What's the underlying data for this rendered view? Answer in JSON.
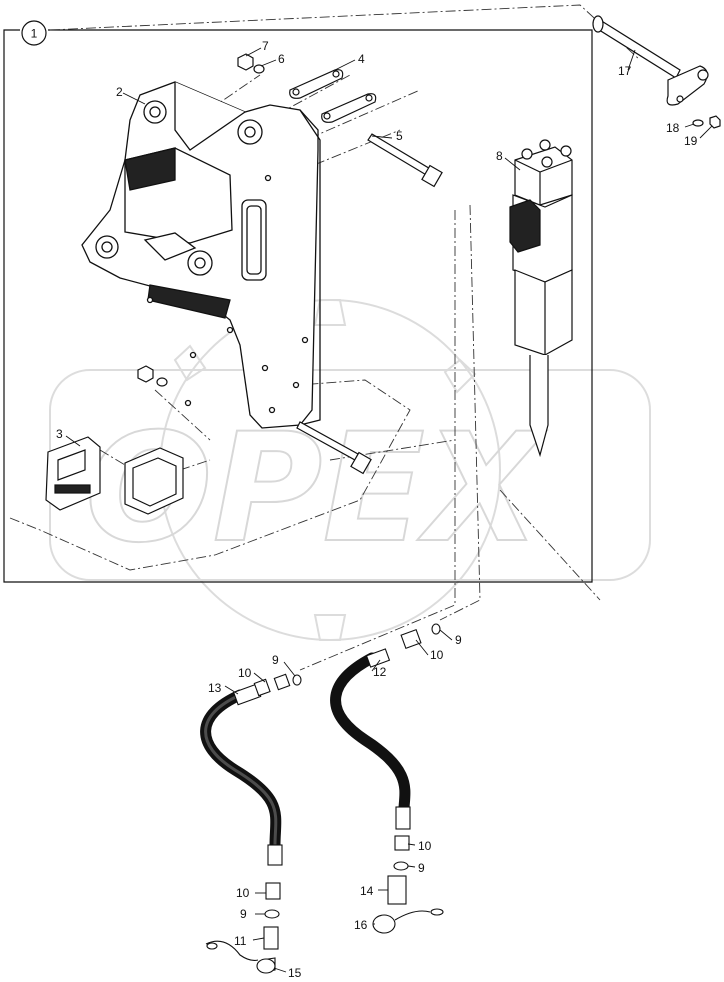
{
  "watermark": "OPEX",
  "frame_label": "1",
  "parts": [
    {
      "id": "p2",
      "label": "2"
    },
    {
      "id": "p3",
      "label": "3"
    },
    {
      "id": "p4",
      "label": "4"
    },
    {
      "id": "p5",
      "label": "5"
    },
    {
      "id": "p6",
      "label": "6"
    },
    {
      "id": "p7",
      "label": "7"
    },
    {
      "id": "p8",
      "label": "8"
    },
    {
      "id": "p9a",
      "label": "9"
    },
    {
      "id": "p9b",
      "label": "9"
    },
    {
      "id": "p9c",
      "label": "9"
    },
    {
      "id": "p9d",
      "label": "9"
    },
    {
      "id": "p10a",
      "label": "10"
    },
    {
      "id": "p10b",
      "label": "10"
    },
    {
      "id": "p10c",
      "label": "10"
    },
    {
      "id": "p10d",
      "label": "10"
    },
    {
      "id": "p11",
      "label": "11"
    },
    {
      "id": "p12",
      "label": "12"
    },
    {
      "id": "p13",
      "label": "13"
    },
    {
      "id": "p14",
      "label": "14"
    },
    {
      "id": "p15",
      "label": "15"
    },
    {
      "id": "p16",
      "label": "16"
    },
    {
      "id": "p17",
      "label": "17"
    },
    {
      "id": "p18",
      "label": "18"
    },
    {
      "id": "p19",
      "label": "19"
    }
  ],
  "colors": {
    "line": "#111111",
    "watermark": "#d4d4d4",
    "background": "#ffffff"
  }
}
